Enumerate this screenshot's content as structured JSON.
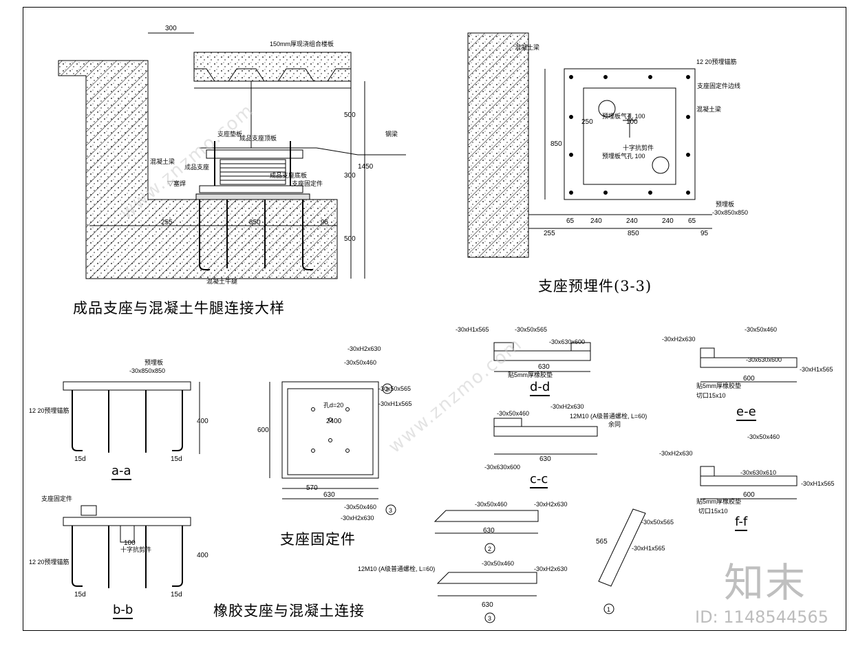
{
  "titles": {
    "corbel_detail": "成品支座与混凝土牛腿连接大样",
    "embed_parts": "支座预埋件(3-3)",
    "fixing_parts": "支座固定件",
    "rubber_bearing": "橡胶支座与混凝土连接"
  },
  "sections": {
    "aa": "a-a",
    "bb": "b-b",
    "cc": "c-c",
    "dd": "d-d",
    "ee": "e-e",
    "ff": "f-f"
  },
  "callouts": {
    "slab": "150mm厚现浇组合楼板",
    "top_plate": "支座垫板",
    "bearing_top": "成品支座顶板",
    "bearing": "成品支座",
    "bearing_bottom": "成品支座底板",
    "fixing": "支座固定件",
    "weld": "▽塞焊",
    "concrete_beam": "混凝土梁",
    "steel_beam": "钢梁",
    "concrete_column": "混凝土牛腿",
    "anchor": "12 20预埋锚筋",
    "embed_plate": "预埋板",
    "embed_spec": "-30x850x850",
    "vent_hole": "预埋板气孔 100",
    "cross_stiff": "十字抗剪件",
    "fix_edge": "支座固定件边线",
    "rubber_pad": "贴5mm厚橡胶垫",
    "notch": "切口15x10",
    "bolt": "12M10 (A级普通螺栓, L=60)",
    "hole": "孔d=20",
    "remain": "余同"
  },
  "dims": {
    "d300": "300",
    "d500a": "500",
    "d500b": "500",
    "d1450": "1450",
    "d300b": "300",
    "d255": "255",
    "d850": "850",
    "d95": "95",
    "d65a": "65",
    "d240": "240",
    "d65b": "65",
    "d400": "400",
    "d15d": "15d",
    "d630": "630",
    "d600": "600",
    "d570": "570",
    "d2400": "2400",
    "d565": "565",
    "d100": "100",
    "d250": "250"
  },
  "parts": {
    "p1": "-30xH1x565",
    "p2": "-30x50x460",
    "p3": "-30xH2x630",
    "p4": "-30x630x600",
    "p5": "-30x50x565",
    "p6": "-30x630x610",
    "n1": "1",
    "n2": "2",
    "n3": "3"
  },
  "watermark": {
    "brand": "知末",
    "site": "www.znzmo.com",
    "id": "ID: 1148544565"
  }
}
